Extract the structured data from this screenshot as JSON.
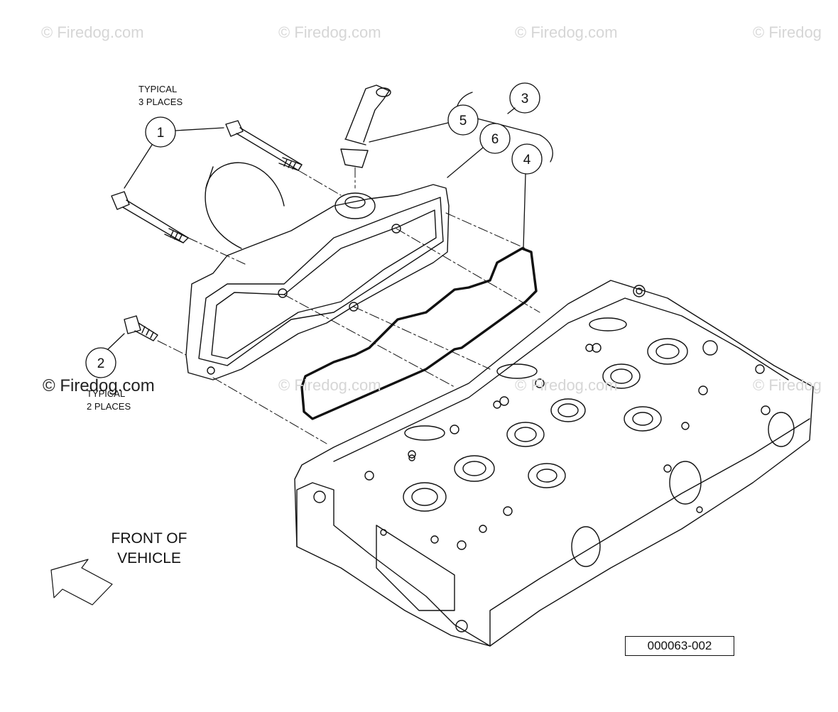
{
  "watermarks": [
    "© Firedog.com",
    "© Firedog.com",
    "© Firedog.com",
    "© Firedog",
    "© Firedog.com",
    "© Firedog.com",
    "© Firedog.com",
    "© Firedog"
  ],
  "watermark_dark": "© Firedog.com",
  "callouts": [
    {
      "label": "1"
    },
    {
      "label": "2"
    },
    {
      "label": "3"
    },
    {
      "label": "4"
    },
    {
      "label": "5"
    },
    {
      "label": "6"
    }
  ],
  "notes": {
    "typical_3": "TYPICAL\n3 PLACES",
    "typical_2": "TYPICAL\n2 PLACES"
  },
  "front_label": "FRONT\nOF VEHICLE",
  "figure_number": "000063-002",
  "colors": {
    "line": "#111111",
    "watermark": "#d6d6d6"
  }
}
